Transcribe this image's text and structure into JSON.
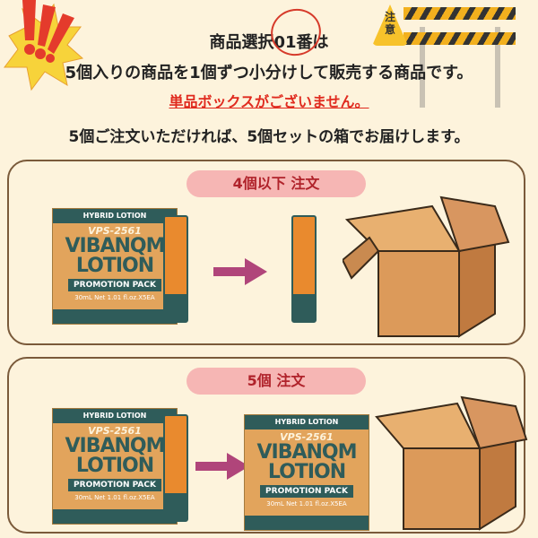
{
  "header": {
    "line1": "商品選択01番は",
    "line2": "5個入りの商品を1個ずつ小分けして販売する商品です。",
    "line3": "単品ボックスがございません。",
    "line4": "5個ご注文いただければ、5個セットの箱でお届けします。",
    "warning_sign": "注意"
  },
  "panels": [
    {
      "label": "4個以下  注文"
    },
    {
      "label": "5個  注文"
    }
  ],
  "product": {
    "top": "HYBRID LOTION",
    "model": "VPS-2561",
    "name1": "VIBANQM",
    "name2": "LOTION",
    "promo": "PROMOTION PACK",
    "net": "30mL Net 1.01 fl.oz.X5EA"
  },
  "colors": {
    "teal": "#2f5c5a",
    "orange": "#e2a45c",
    "pink": "#f6b6b4",
    "red": "#e02a1e",
    "arrow": "#b0457a"
  }
}
